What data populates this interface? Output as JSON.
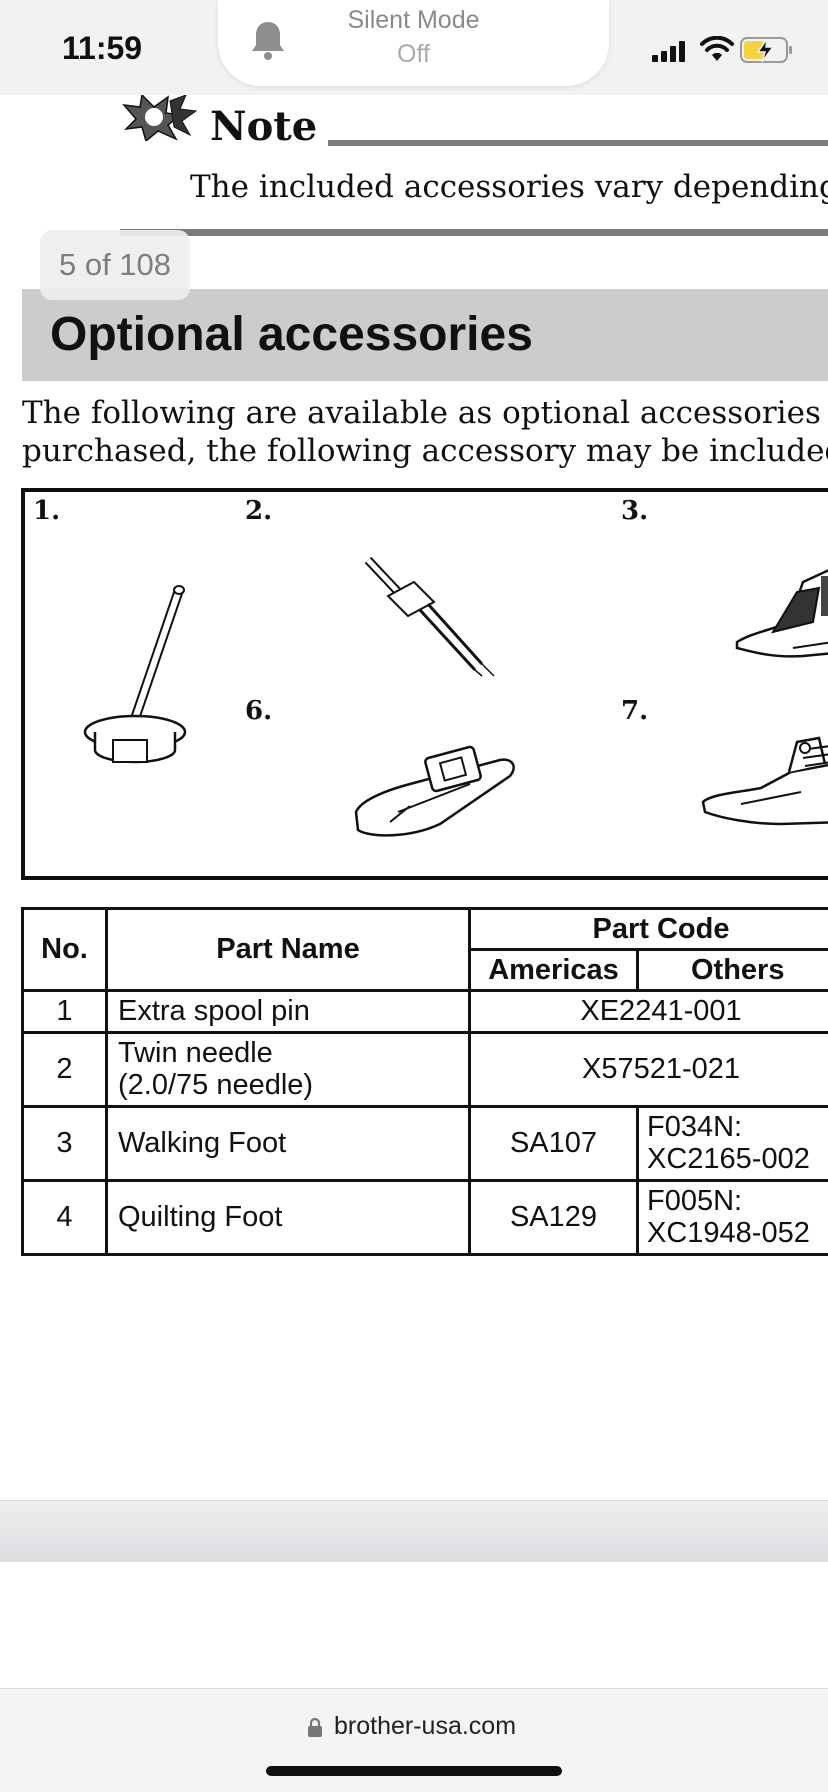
{
  "status_bar": {
    "time": "11:59",
    "silent_mode_title": "Silent Mode",
    "silent_mode_value": "Off",
    "icons": [
      "bell-icon",
      "cellular-signal-icon",
      "wifi-icon",
      "battery-charging-icon"
    ],
    "battery_accent": "#f5d33f"
  },
  "document": {
    "page_indicator": "5 of 108",
    "note_title": "Note",
    "note_text": "The included accessories vary depending o",
    "section_title": "Optional accessories",
    "intro_lines": [
      "The following are available as optional accessories to b",
      "purchased, the following accessory may be included w"
    ],
    "figure_labels": [
      "1.",
      "2.",
      "3.",
      "6.",
      "7."
    ],
    "table": {
      "header_no": "No.",
      "header_part_name": "Part Name",
      "header_part_code": "Part Code",
      "header_americas": "Americas",
      "header_others": "Others",
      "rows": [
        {
          "no": "1",
          "name_lines": [
            "Extra spool pin"
          ],
          "code": "XE2241-001"
        },
        {
          "no": "2",
          "name_lines": [
            "Twin needle",
            "(2.0/75 needle)"
          ],
          "code": "X57521-021"
        },
        {
          "no": "3",
          "name_lines": [
            "Walking Foot"
          ],
          "americas": "SA107",
          "others_lines": [
            "F034N:",
            "XC2165-002"
          ]
        },
        {
          "no": "4",
          "name_lines": [
            "Quilting Foot"
          ],
          "americas": "SA129",
          "others_lines": [
            "F005N:",
            "XC1948-052"
          ]
        }
      ]
    }
  },
  "browser": {
    "url": "brother-usa.com"
  }
}
